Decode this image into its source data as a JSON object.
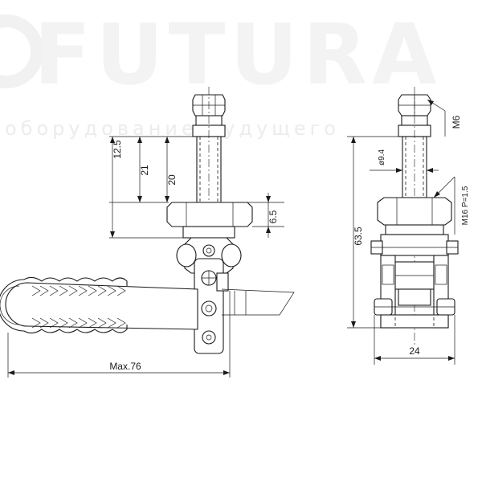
{
  "watermark": {
    "brand": "FUTURA",
    "tagline": "оборудование будущего"
  },
  "dimensions": {
    "height_overall": "12.5",
    "stud_length": "21",
    "thread_length": "20",
    "nut_height": "6.5",
    "max_length": "Max.76",
    "total_height": "63.5",
    "diameter": "ø9.4",
    "thread_top": "M6",
    "thread_main": "M16 P=1.5",
    "base_width": "24"
  }
}
